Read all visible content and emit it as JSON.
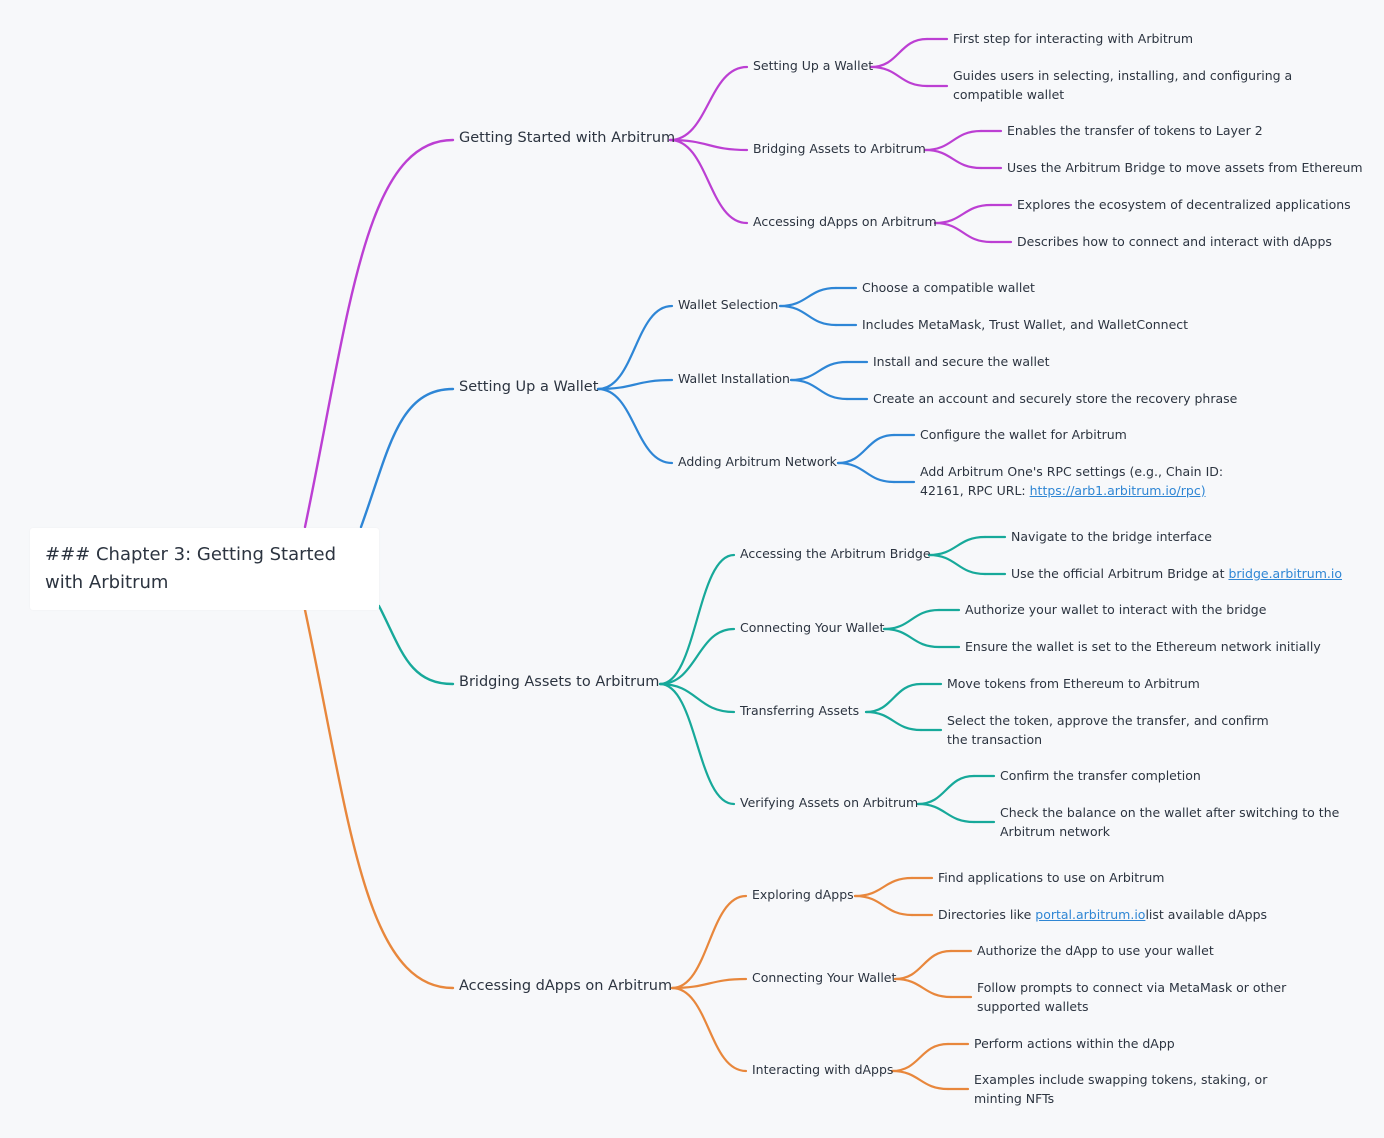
{
  "root": {
    "title": "### Chapter 3: Getting Started with Arbitrum"
  },
  "colors": {
    "purple": "#bc3fd3",
    "blue": "#2e86d6",
    "teal": "#17a99a",
    "orange": "#e8873c",
    "link": "#2f86d4"
  },
  "branches": [
    {
      "label": "Getting Started with Arbitrum",
      "children": [
        {
          "label": "Setting Up a Wallet",
          "leaves": [
            {
              "text": "First step for interacting with Arbitrum"
            },
            {
              "text": "Guides users in selecting, installing, and configuring a compatible wallet"
            }
          ]
        },
        {
          "label": "Bridging Assets to Arbitrum",
          "leaves": [
            {
              "text": "Enables the transfer of tokens to Layer 2"
            },
            {
              "text": "Uses the Arbitrum Bridge to move assets from Ethereum"
            }
          ]
        },
        {
          "label": "Accessing dApps on Arbitrum",
          "leaves": [
            {
              "text": "Explores the ecosystem of decentralized applications"
            },
            {
              "text": "Describes how to connect and interact with dApps"
            }
          ]
        }
      ]
    },
    {
      "label": "Setting Up a Wallet",
      "children": [
        {
          "label": "Wallet Selection",
          "leaves": [
            {
              "text": "Choose a compatible wallet"
            },
            {
              "text": "Includes MetaMask, Trust Wallet, and WalletConnect"
            }
          ]
        },
        {
          "label": "Wallet Installation",
          "leaves": [
            {
              "text": "Install and secure the wallet"
            },
            {
              "text": "Create an account and securely store the recovery phrase"
            }
          ]
        },
        {
          "label": "Adding Arbitrum Network",
          "leaves": [
            {
              "text": "Configure the wallet for Arbitrum"
            },
            {
              "text": "Add Arbitrum One's RPC settings (e.g., Chain ID: 42161, RPC URL: ",
              "link": "https://arb1.arbitrum.io/rpc)",
              "after": ""
            }
          ]
        }
      ]
    },
    {
      "label": "Bridging Assets to Arbitrum",
      "children": [
        {
          "label": "Accessing the Arbitrum Bridge",
          "leaves": [
            {
              "text": "Navigate to the bridge interface"
            },
            {
              "text": "Use the official Arbitrum Bridge at ",
              "link": "bridge.arbitrum.io",
              "after": ""
            }
          ]
        },
        {
          "label": "Connecting Your Wallet",
          "leaves": [
            {
              "text": "Authorize your wallet to interact with the bridge"
            },
            {
              "text": "Ensure the wallet is set to the Ethereum network initially"
            }
          ]
        },
        {
          "label": "Transferring Assets",
          "leaves": [
            {
              "text": "Move tokens from Ethereum to Arbitrum"
            },
            {
              "text": "Select the token, approve the transfer, and confirm the transaction"
            }
          ]
        },
        {
          "label": "Verifying Assets on Arbitrum",
          "leaves": [
            {
              "text": "Confirm the transfer completion"
            },
            {
              "text": "Check the balance on the wallet after switching to the Arbitrum network"
            }
          ]
        }
      ]
    },
    {
      "label": "Accessing dApps on Arbitrum",
      "children": [
        {
          "label": "Exploring dApps",
          "leaves": [
            {
              "text": "Find applications to use on Arbitrum"
            },
            {
              "text": "Directories like ",
              "link": "portal.arbitrum.io",
              "after": "list available dApps"
            }
          ]
        },
        {
          "label": "Connecting Your Wallet",
          "leaves": [
            {
              "text": "Authorize the dApp to use your wallet"
            },
            {
              "text": "Follow prompts to connect via MetaMask or other supported wallets"
            }
          ]
        },
        {
          "label": "Interacting with dApps",
          "leaves": [
            {
              "text": "Perform actions within the dApp"
            },
            {
              "text": "Examples include swapping tokens, staking, or minting NFTs"
            }
          ]
        }
      ]
    }
  ]
}
